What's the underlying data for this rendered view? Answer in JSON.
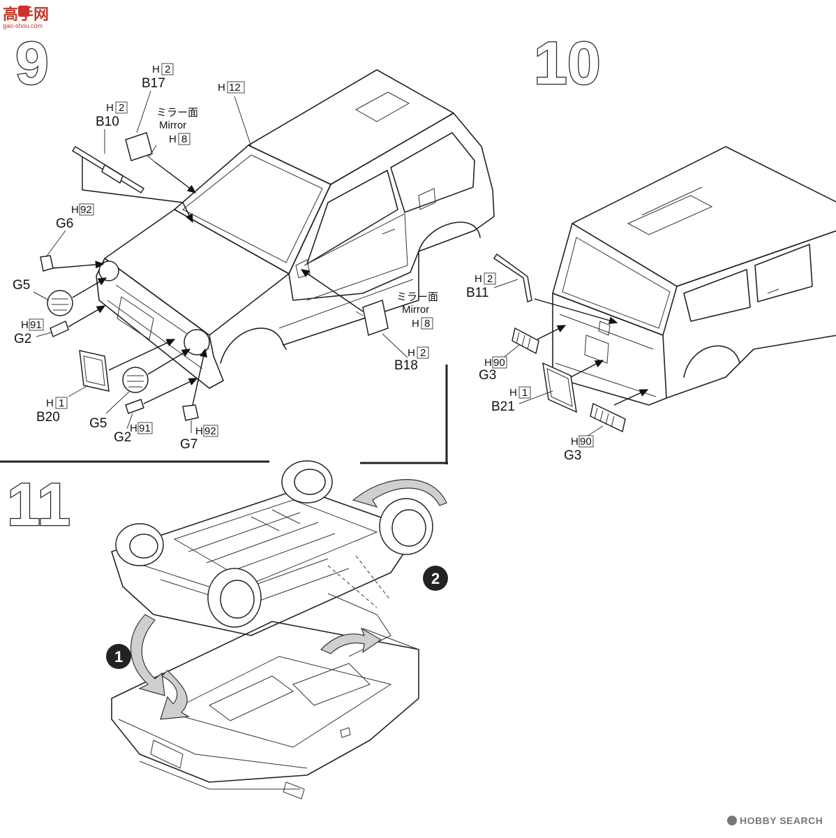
{
  "watermark": {
    "title": "高手网",
    "sub": "gao-shou.com"
  },
  "steps": {
    "s9": "9",
    "s10": "10",
    "s11": "11"
  },
  "labels": {
    "mirror_jp": "ミラー面",
    "mirror_en": "Mirror",
    "b17": "B17",
    "b10": "B10",
    "b18": "B18",
    "b20": "B20",
    "b11": "B11",
    "b21": "B21",
    "g6": "G6",
    "g5": "G5",
    "g2": "G2",
    "g7": "G7",
    "g3": "G3",
    "h_letter": "H",
    "c2": "2",
    "c8": "8",
    "c12": "12",
    "c92": "92",
    "c91": "91",
    "c1": "1",
    "c90": "90"
  },
  "badges": {
    "one": "1",
    "two": "2"
  },
  "footer": {
    "brand": "HOBBY SEARCH"
  }
}
